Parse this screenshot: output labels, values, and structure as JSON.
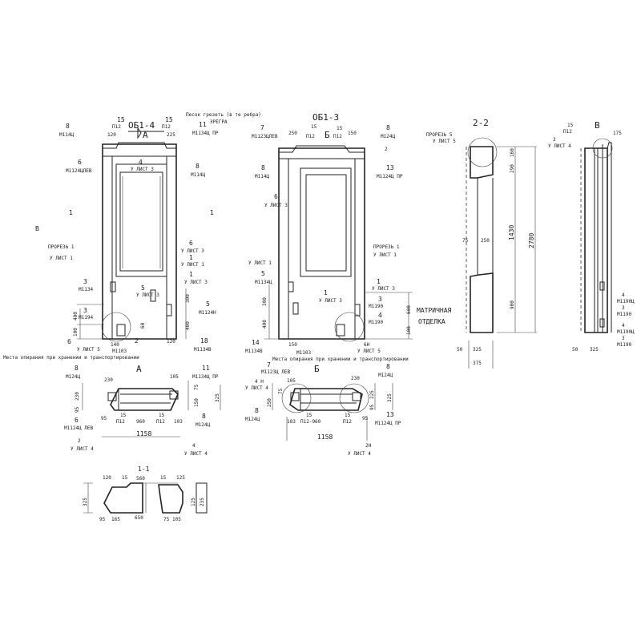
{
  "views": {
    "ob14": {
      "title": "ОБ1-4",
      "arrow": "A",
      "note_top": "Песок грезеть (в те ребра)",
      "note_top2": "ЭРЕГРА",
      "l_15a": "15",
      "l_p12a": "П12",
      "l_120": "120",
      "l_15b": "15",
      "l_p12b": "П12",
      "l_225": "225",
      "l_11": "11",
      "l_m1134pr": "М1134Ц ПР",
      "l_8a": "8",
      "l_m114a": "М114Ц",
      "l_6": "6",
      "l_m1124lev": "М1124ЦЛЕВ",
      "l_4": "4",
      "l_list3": "У ЛИСТ 3",
      "l_8b": "8",
      "l_m114b": "М114Ц",
      "l_11sec": "1",
      "l_b": "В",
      "l_proem": "ПРОРЕЗЬ 1",
      "l_list1": "У ЛИСТ 1",
      "l_6b": "6",
      "l_list3b": "У ЛИСТ 3",
      "l_1a": "1",
      "l_list1b": "У ЛИСТ 1",
      "l_1b": "1",
      "l_list3c": "У ЛИСТ 3",
      "l_3a": "3",
      "l_m1134": "М1134",
      "l_5": "5",
      "l_list3d": "У ЛИСТ 3",
      "l_3b": "3",
      "l_m1194": "М1194",
      "l_300": "300",
      "l_5b": "5",
      "l_m1124n": "М1124Н",
      "l_400a": "400",
      "l_400b": "400",
      "l_100": "100",
      "l_60": "60",
      "l_6c": "6",
      "l_list5": "У ЛИСТ 5",
      "l_140": "140",
      "l_2": "2",
      "l_120b": "120",
      "l_18": "18",
      "l_m1134v": "М1134В",
      "l_m1103": "М1103",
      "l_note_bot": "Места опирания при хранении и транспортировании"
    },
    "ob13": {
      "title": "ОБ1-3",
      "arrow": "Б",
      "l_7": "7",
      "l_m1123": "М1123ЦЛЕВ",
      "l_250": "250",
      "l_15a": "15",
      "l_p12a": "П12",
      "l_15b": "15",
      "l_p12b": "П12",
      "l_150": "150",
      "l_8": "8",
      "l_m124": "М124Ц",
      "l_8b": "8",
      "l_m114": "М114Ц",
      "l_13": "13",
      "l_m1124pr": "М1124Ц ПР",
      "l_6": "6",
      "l_list3": "У ЛИСТ 3",
      "l_proem": "ПРОРЕЗЬ 1",
      "l_list1": "У ЛИСТ 1",
      "l_list1b": "У ЛИСТ 1",
      "l_5": "5",
      "l_m1134": "М1134Ц",
      "l_300": "300",
      "l_400": "400",
      "l_1": "1",
      "l_list3b": "У ЛИСТ 3",
      "l_1c": "1",
      "l_list3c": "У ЛИСТ 3",
      "l_3": "3",
      "l_m1190": "М1190",
      "l_4": "4",
      "l_m1190b": "М1190",
      "l_600": "600",
      "l_100": "100",
      "l_14": "14",
      "l_m1134b": "М1134В",
      "l_150b": "150",
      "l_m1103": "М1103",
      "l_6b": "6Н",
      "l_list5": "У ЛИСТ 5",
      "l_matrix": "МАТРИЧНАЯ",
      "l_otd": "ОТДЕЛКА",
      "l_note": "Места опирания при хранении и транспортировании",
      "l_2": "2"
    },
    "sec22": {
      "title": "2-2",
      "l_proem": "ПРОРЕЗЬ 5",
      "l_list": "У ЛИСТ 5",
      "l_160": "160",
      "l_290": "290",
      "l_1430": "1430",
      "l_2780": "2780",
      "l_900": "900",
      "l_75": "75",
      "l_250": "250",
      "l_50": "50",
      "l_325": "325",
      "l_375": "375"
    },
    "secV": {
      "title": "В",
      "l_15": "15",
      "l_p12": "П12",
      "l_175": "175",
      "l_3": "3",
      "l_list4": "У ЛИСТ 4",
      "l_4a": "4",
      "l_m1190a": "М1190Ц",
      "l_3a": "3",
      "l_m1190b": "М1190",
      "l_4b": "4",
      "l_m1190c": "М1190Ц",
      "l_3b": "3",
      "l_m1190d": "М1190",
      "l_50": "50",
      "l_325": "325"
    },
    "detA": {
      "title": "А",
      "l_8": "8",
      "l_m124": "М124Ц",
      "l_230": "230",
      "l_105": "105",
      "l_11": "11",
      "l_m1134pr": "М1134Ц ПР",
      "l_75": "75",
      "l_150": "150",
      "l_325": "325",
      "l_230v": "230",
      "l_95v": "95",
      "l_6": "6",
      "l_m1124": "М1124Ц ЛЕВ",
      "l_95": "95",
      "l_15a": "15",
      "l_p12a": "П12",
      "l_960": "960",
      "l_15b": "15",
      "l_p12b": "П12",
      "l_103": "103",
      "l_8b": "8",
      "l_m124b": "М124Ц",
      "l_1158": "1158",
      "l_2": "2",
      "l_list4": "У ЛИСТ 4",
      "l_4": "4",
      "l_list4b": "У ЛИСТ 4"
    },
    "detB": {
      "title": "Б",
      "l_7": "7",
      "l_m1123": "М1123Ц ЛЕВ",
      "l_4n": "4 Н",
      "l_list4": "У ЛИСТ 4",
      "l_105": "105",
      "l_230": "230",
      "l_8": "8",
      "l_m124": "М124Ц",
      "l_75": "75",
      "l_250": "250",
      "l_225": "225",
      "l_95": "95",
      "l_325": "325",
      "l_8b": "8",
      "l_m124b": "М124Ц",
      "l_103": "103",
      "l_15a": "15",
      "l_p12": "П12-960",
      "l_15b": "15",
      "l_p12b": "П12",
      "l_95b": "95",
      "l_13": "13",
      "l_m1124": "М1124Ц ПР",
      "l_1158": "1158",
      "l_2n": "2Н",
      "l_list4b": "У ЛИСТ 4"
    },
    "sec11": {
      "title": "1-1",
      "scale": "560",
      "l_120": "120",
      "l_15": "15",
      "l_95": "95",
      "l_165": "165",
      "l_650": "650",
      "l_15b": "15",
      "l_105": "105",
      "l_125": "125",
      "l_75": "75",
      "l_325": "325",
      "l_h1": "125",
      "l_h2": "235"
    }
  }
}
